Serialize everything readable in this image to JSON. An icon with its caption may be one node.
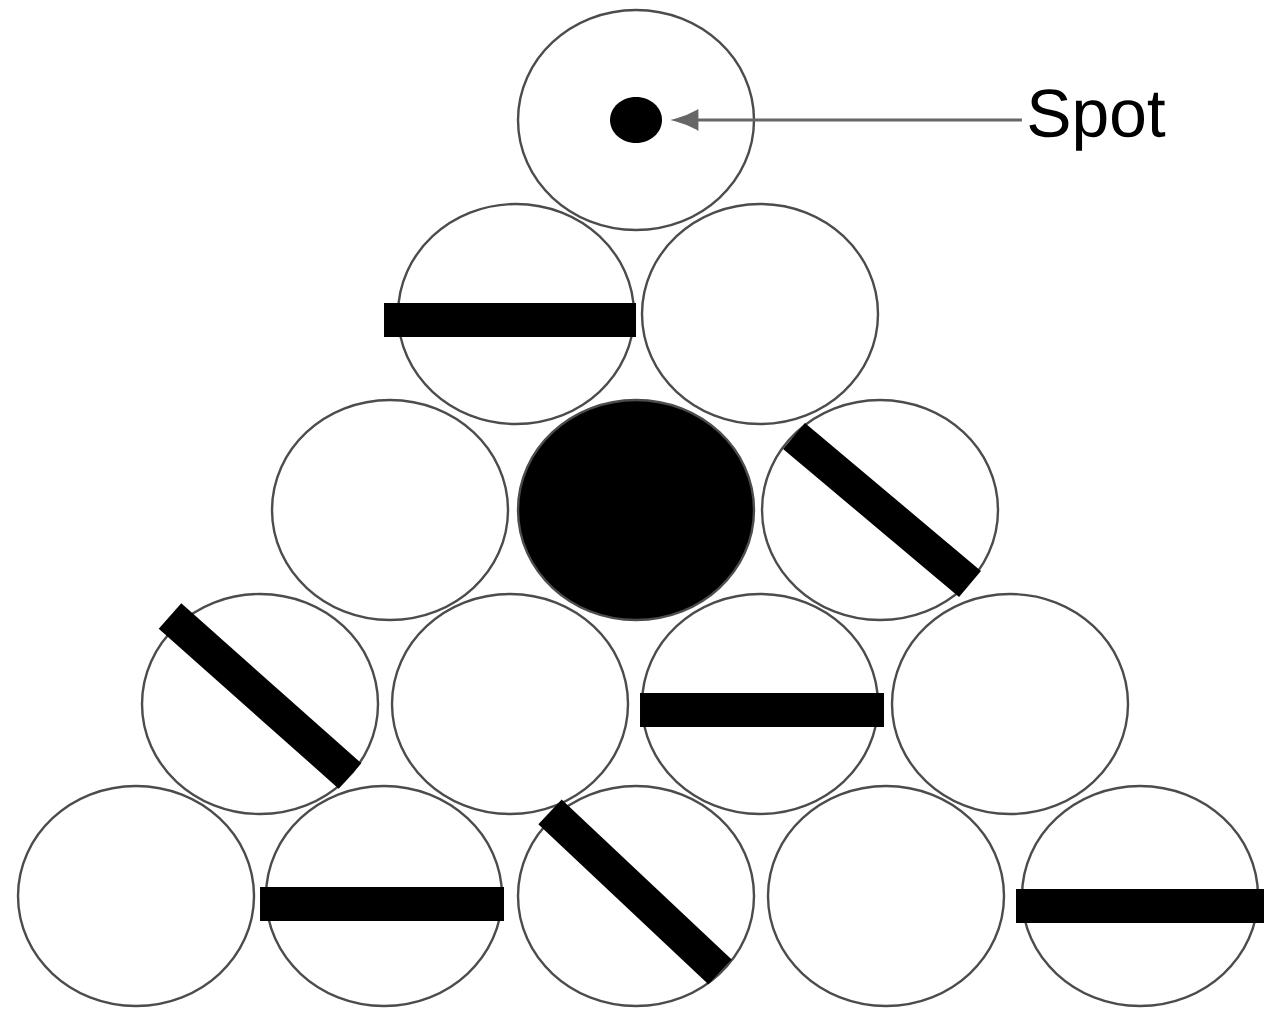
{
  "diagram": {
    "nodes": [
      {
        "text": [
          "Spot"
        ]
      },
      {
        "text": [],
        "shape": "circle"
      }
    ],
    "edges": [
      {
        "from": 0,
        "to": 1,
        "arrow": "to"
      }
    ]
  }
}
